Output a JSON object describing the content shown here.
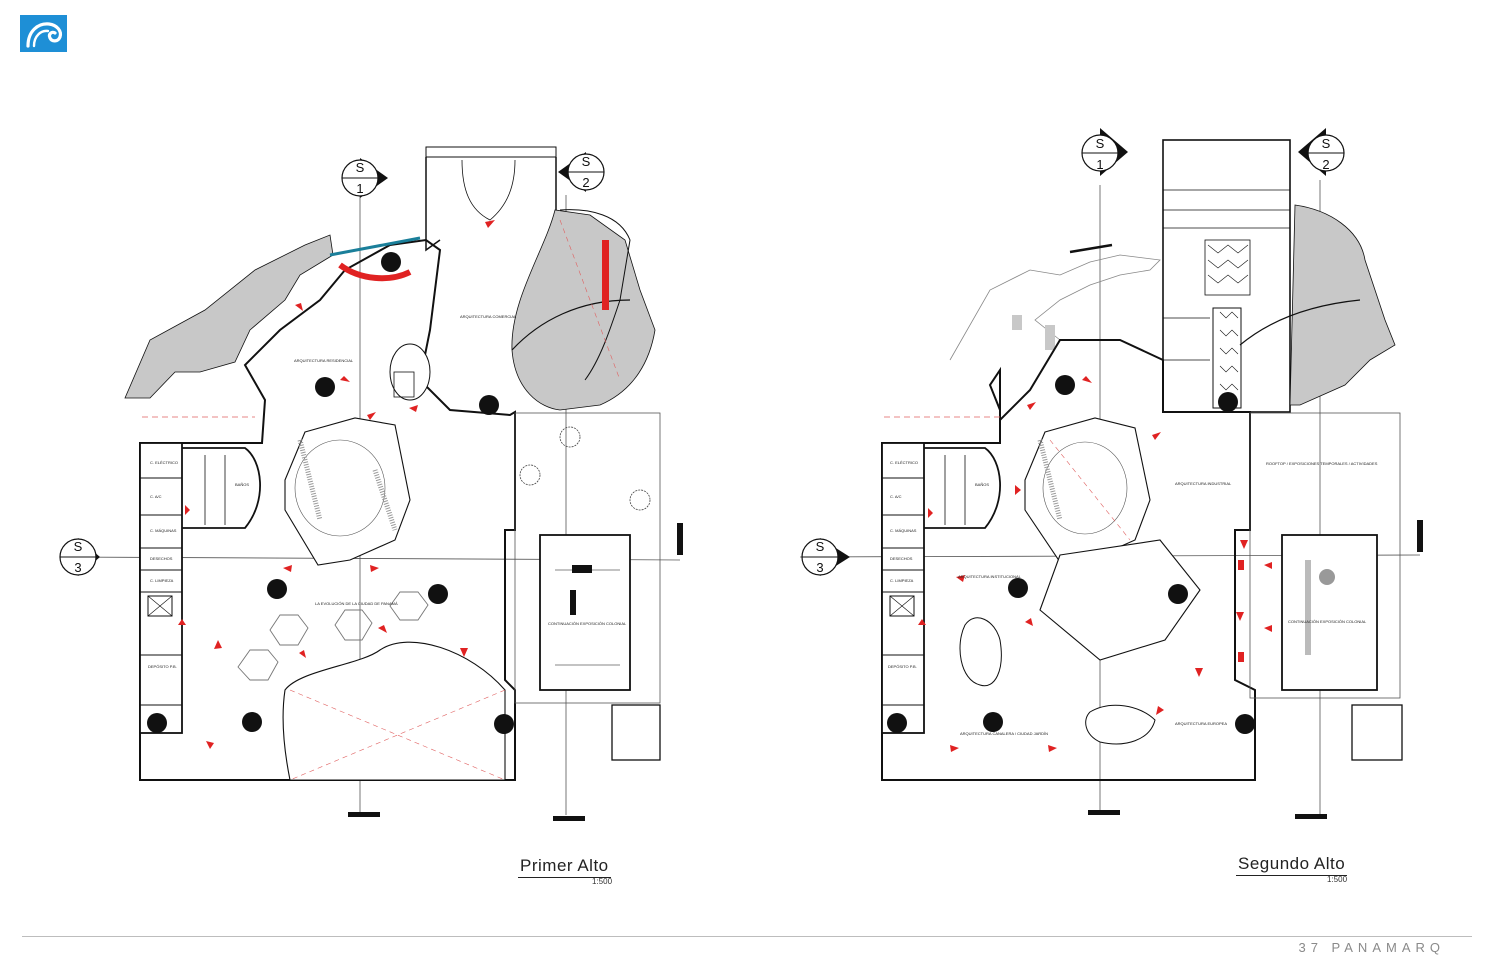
{
  "logo": {
    "icon": "wave-logo-icon",
    "color": "#1e8fd6"
  },
  "plans": [
    {
      "title": "Primer Alto",
      "scale": "1:500",
      "section_markers": [
        {
          "letter": "S",
          "number": "1"
        },
        {
          "letter": "S",
          "number": "2"
        },
        {
          "letter": "S",
          "number": "3"
        }
      ],
      "rooms": [
        "ARQUITECTURA COMERCIAL",
        "ARQUITECTURA RESIDENCIAL",
        "LA EVOLUCIÓN DE LA CIUDAD DE PANAMÁ",
        "CONTINUACIÓN EXPOSICIÓN COLONIAL",
        "C. ELÉCTRICO",
        "C. A/C",
        "C. MÁQUINAS",
        "DESECHOS",
        "C. LIMPIEZA",
        "DEPÓSITO P.B.",
        "BAÑOS"
      ]
    },
    {
      "title": "Segundo Alto",
      "scale": "1:500",
      "section_markers": [
        {
          "letter": "S",
          "number": "1"
        },
        {
          "letter": "S",
          "number": "2"
        },
        {
          "letter": "S",
          "number": "3"
        }
      ],
      "rooms": [
        "ARQUITECTURA INDUSTRIAL",
        "ARQUITECTURA INSTITUCIONAL",
        "ARQUITECTURA CANALERA / CIUDAD JARDÍN",
        "ARQUITECTURA EUROPEA",
        "ROOFTOP / EXPOSICIONES TEMPORALES / ACTIVIDADES",
        "CONTINUACIÓN EXPOSICIÓN COLONIAL",
        "C. ELÉCTRICO",
        "C. A/C",
        "C. MÁQUINAS",
        "DESECHOS",
        "C. LIMPIEZA",
        "DEPÓSITO P.B.",
        "BAÑOS"
      ]
    }
  ],
  "footer": "37 PANAMARQ",
  "colors": {
    "accent_red": "#e02222",
    "wall": "#111111",
    "gray_fill": "#c8c8c8",
    "dashed_red": "#e06060"
  }
}
